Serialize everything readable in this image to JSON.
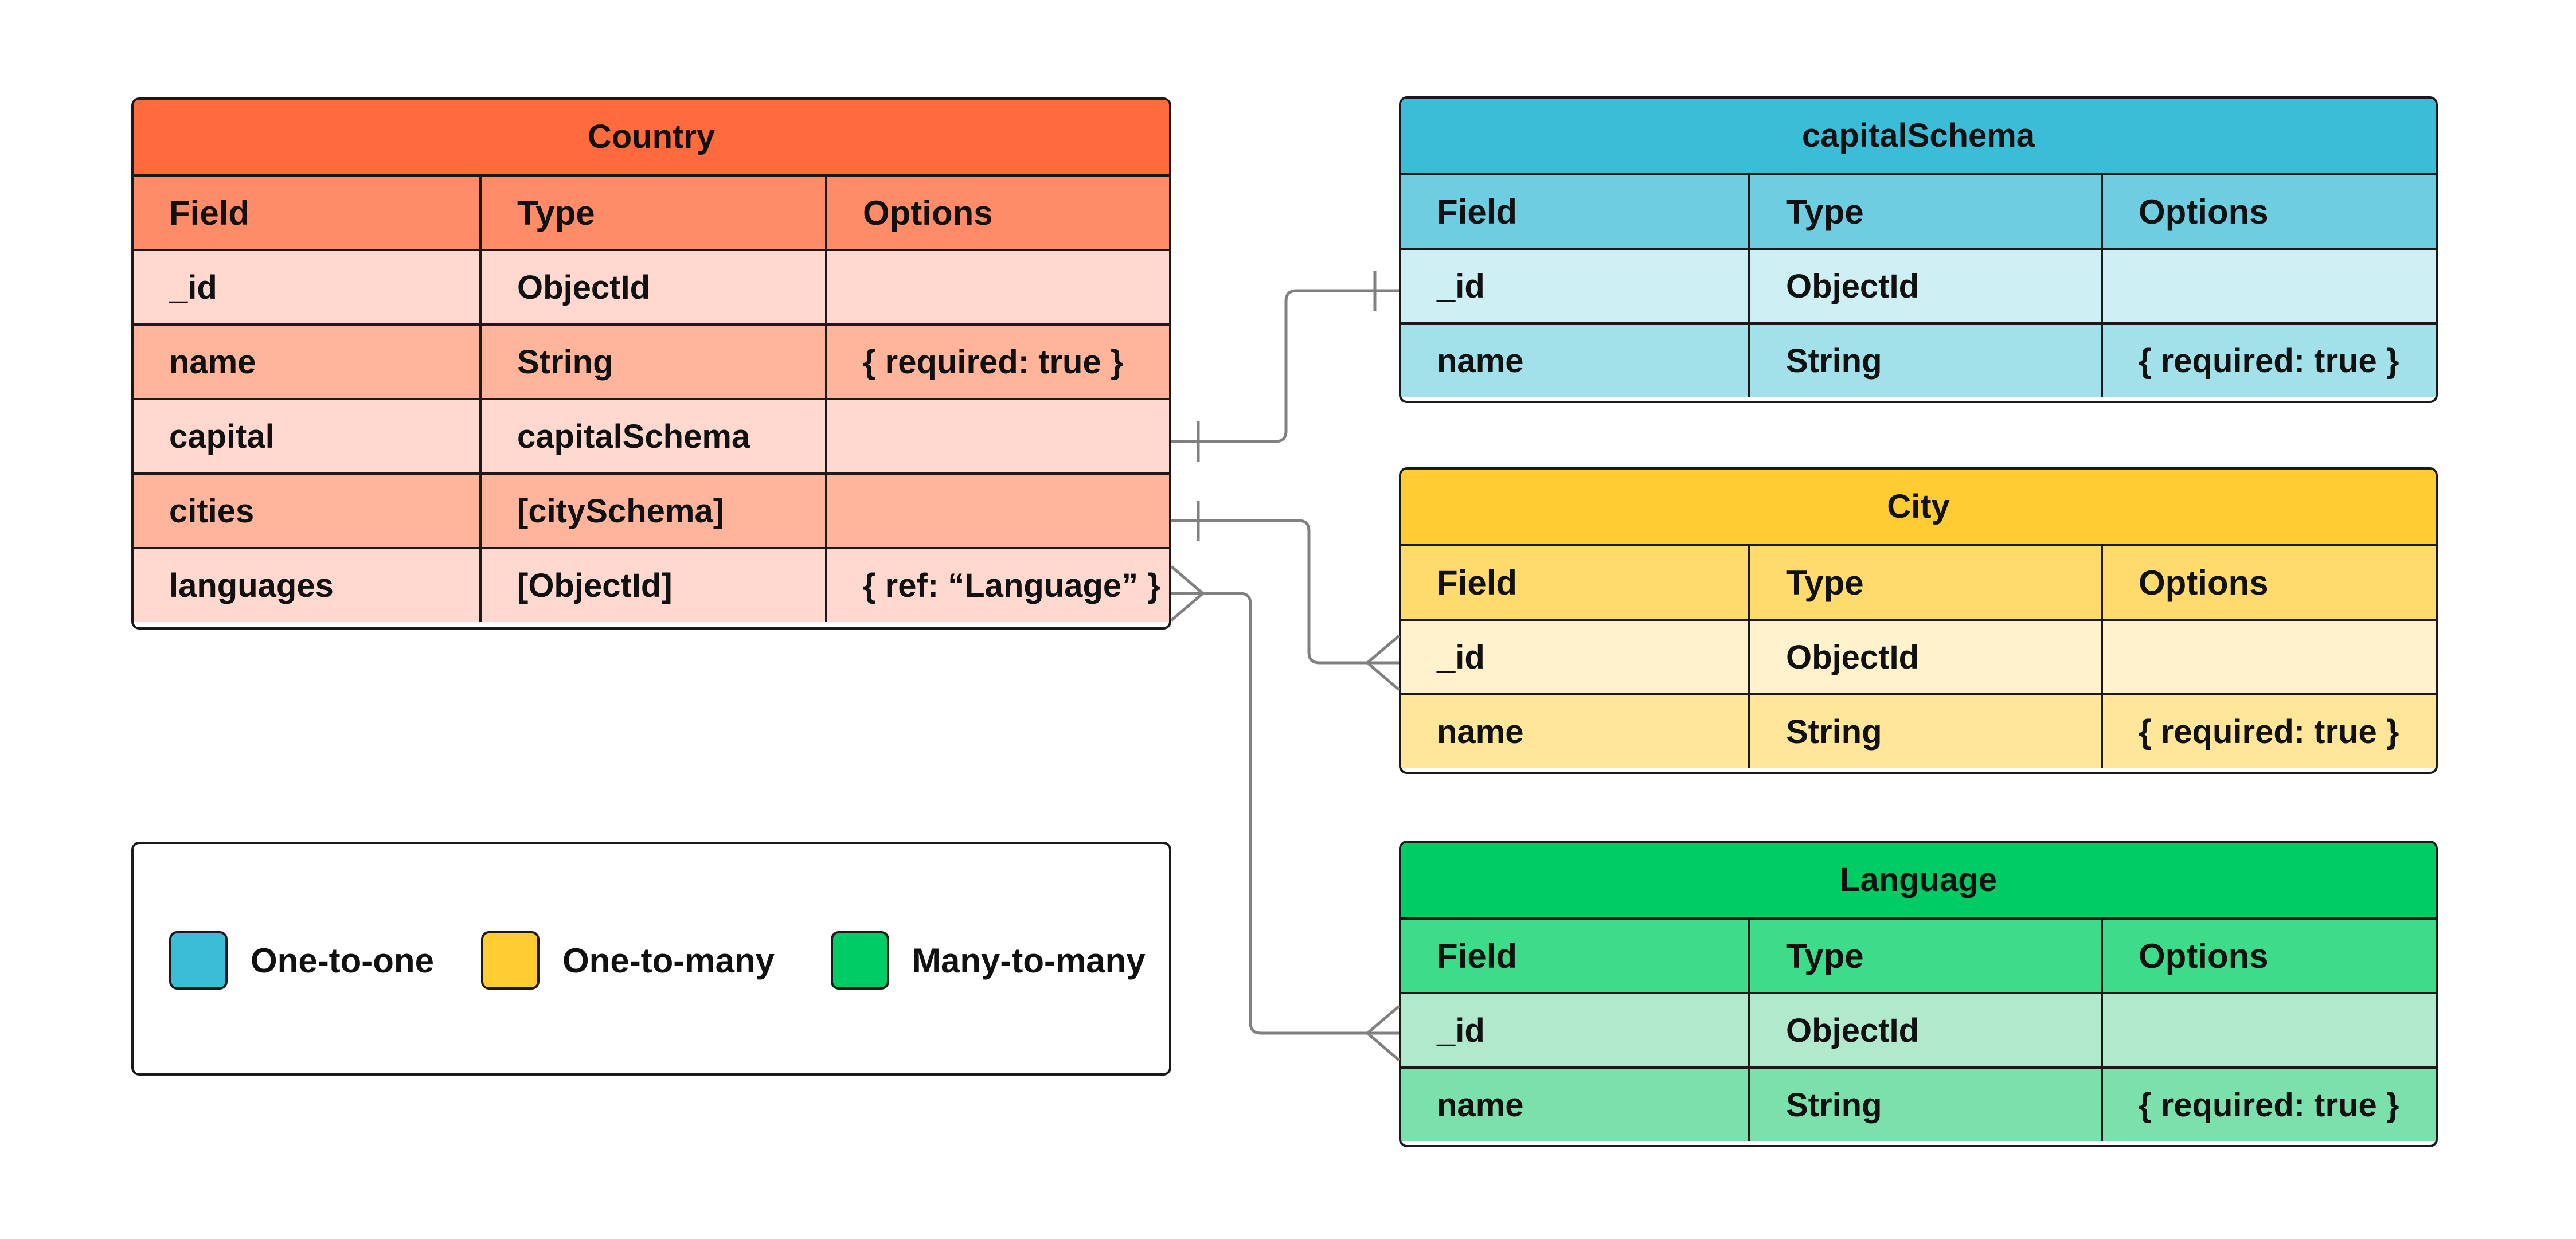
{
  "colors": {
    "country": {
      "title": "#ff6b3d",
      "header": "#ff8c69",
      "light": "#ffd9cf",
      "medium": "#ffb59c"
    },
    "capitalSchema": {
      "title": "#3cbdd7",
      "header": "#6ecde0",
      "light": "#ceeff4",
      "medium": "#a2e0ea"
    },
    "city": {
      "title": "#ffcc33",
      "header": "#ffdb6e",
      "light": "#fff2cc",
      "medium": "#ffe699"
    },
    "language": {
      "title": "#00cc66",
      "header": "#3ddc8b",
      "light": "#b1e9cd",
      "medium": "#7be0ab"
    },
    "line": "#808080"
  },
  "headers": {
    "field": "Field",
    "type": "Type",
    "options": "Options"
  },
  "country": {
    "title": "Country",
    "rows": [
      {
        "field": "_id",
        "type": "ObjectId",
        "options": ""
      },
      {
        "field": "name",
        "type": "String",
        "options": "{ required: true }"
      },
      {
        "field": "capital",
        "type": "capitalSchema",
        "options": ""
      },
      {
        "field": "cities",
        "type": "[citySchema]",
        "options": ""
      },
      {
        "field": "languages",
        "type": "[ObjectId]",
        "options": "{ ref: “Language” }"
      }
    ]
  },
  "capitalSchema": {
    "title": "capitalSchema",
    "rows": [
      {
        "field": "_id",
        "type": "ObjectId",
        "options": ""
      },
      {
        "field": "name",
        "type": "String",
        "options": "{ required: true }"
      }
    ]
  },
  "city": {
    "title": "City",
    "rows": [
      {
        "field": "_id",
        "type": "ObjectId",
        "options": ""
      },
      {
        "field": "name",
        "type": "String",
        "options": "{ required: true }"
      }
    ]
  },
  "language": {
    "title": "Language",
    "rows": [
      {
        "field": "_id",
        "type": "ObjectId",
        "options": ""
      },
      {
        "field": "name",
        "type": "String",
        "options": "{ required: true }"
      }
    ]
  },
  "legend": [
    {
      "label": "One-to-one",
      "color": "#3cbdd7"
    },
    {
      "label": "One-to-many",
      "color": "#ffcc33"
    },
    {
      "label": "Many-to-many",
      "color": "#00cc66"
    }
  ]
}
